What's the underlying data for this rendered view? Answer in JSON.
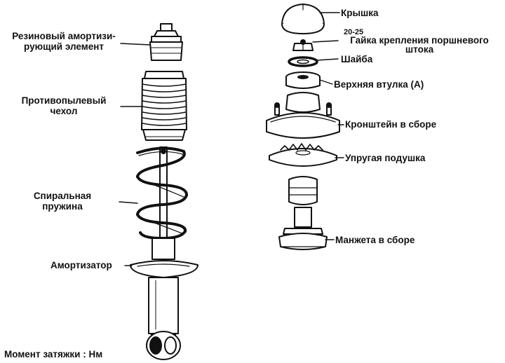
{
  "labels": {
    "rubber_bumper": "Резиновый амортизи-\nрующий элемент",
    "dust_boot": "Противопылевый\nчехол",
    "coil_spring": "Спиральная\nпружина",
    "shock_absorber": "Амортизатор",
    "torque_note": "Момент затяжки : Нм",
    "cap": "Крышка",
    "torque_value": "20-25",
    "piston_rod_nut": "Гайка крепления поршневого\nштока",
    "washer": "Шайба",
    "upper_bushing": "Верхняя втулка (А)",
    "bracket_assembly": "Кронштейн в сборе",
    "elastic_cushion": "Упругая подушка",
    "cuff_assembly": "Манжета в сборе"
  },
  "colors": {
    "ink": "#111111",
    "paper": "#ffffff"
  }
}
